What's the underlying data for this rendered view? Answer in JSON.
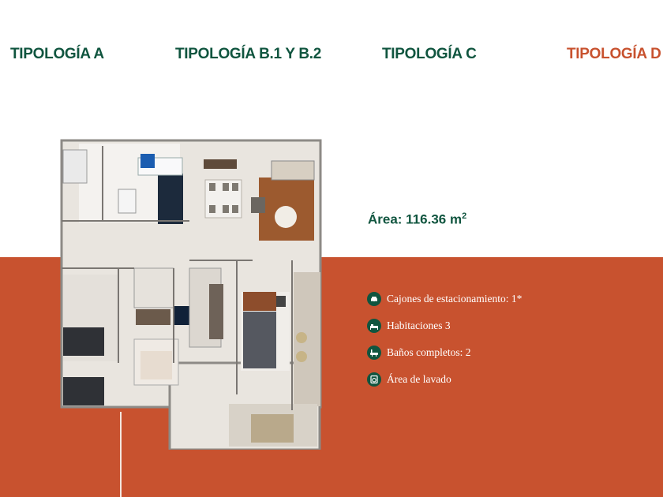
{
  "colors": {
    "primary_green": "#10553f",
    "accent_orange": "#c8522f",
    "white": "#ffffff"
  },
  "tabs": [
    {
      "label": "TIPOLOGÍA A",
      "active": false
    },
    {
      "label": "TIPOLOGÍA B.1 Y B.2",
      "active": false
    },
    {
      "label": "TIPOLOGÍA C",
      "active": false
    },
    {
      "label": "TIPOLOGÍA D",
      "active": true
    }
  ],
  "area": {
    "label": "Área: 116.36 m",
    "unit_exponent": "2"
  },
  "features": [
    {
      "icon": "car-icon",
      "text": "Cajones de estacionamiento: 1*"
    },
    {
      "icon": "bed-icon",
      "text": "Habitaciones 3"
    },
    {
      "icon": "bath-icon",
      "text": "Baños completos: 2"
    },
    {
      "icon": "washer-icon",
      "text": "Área de lavado"
    }
  ],
  "floorplan": {
    "icon": "floorplan-image"
  }
}
